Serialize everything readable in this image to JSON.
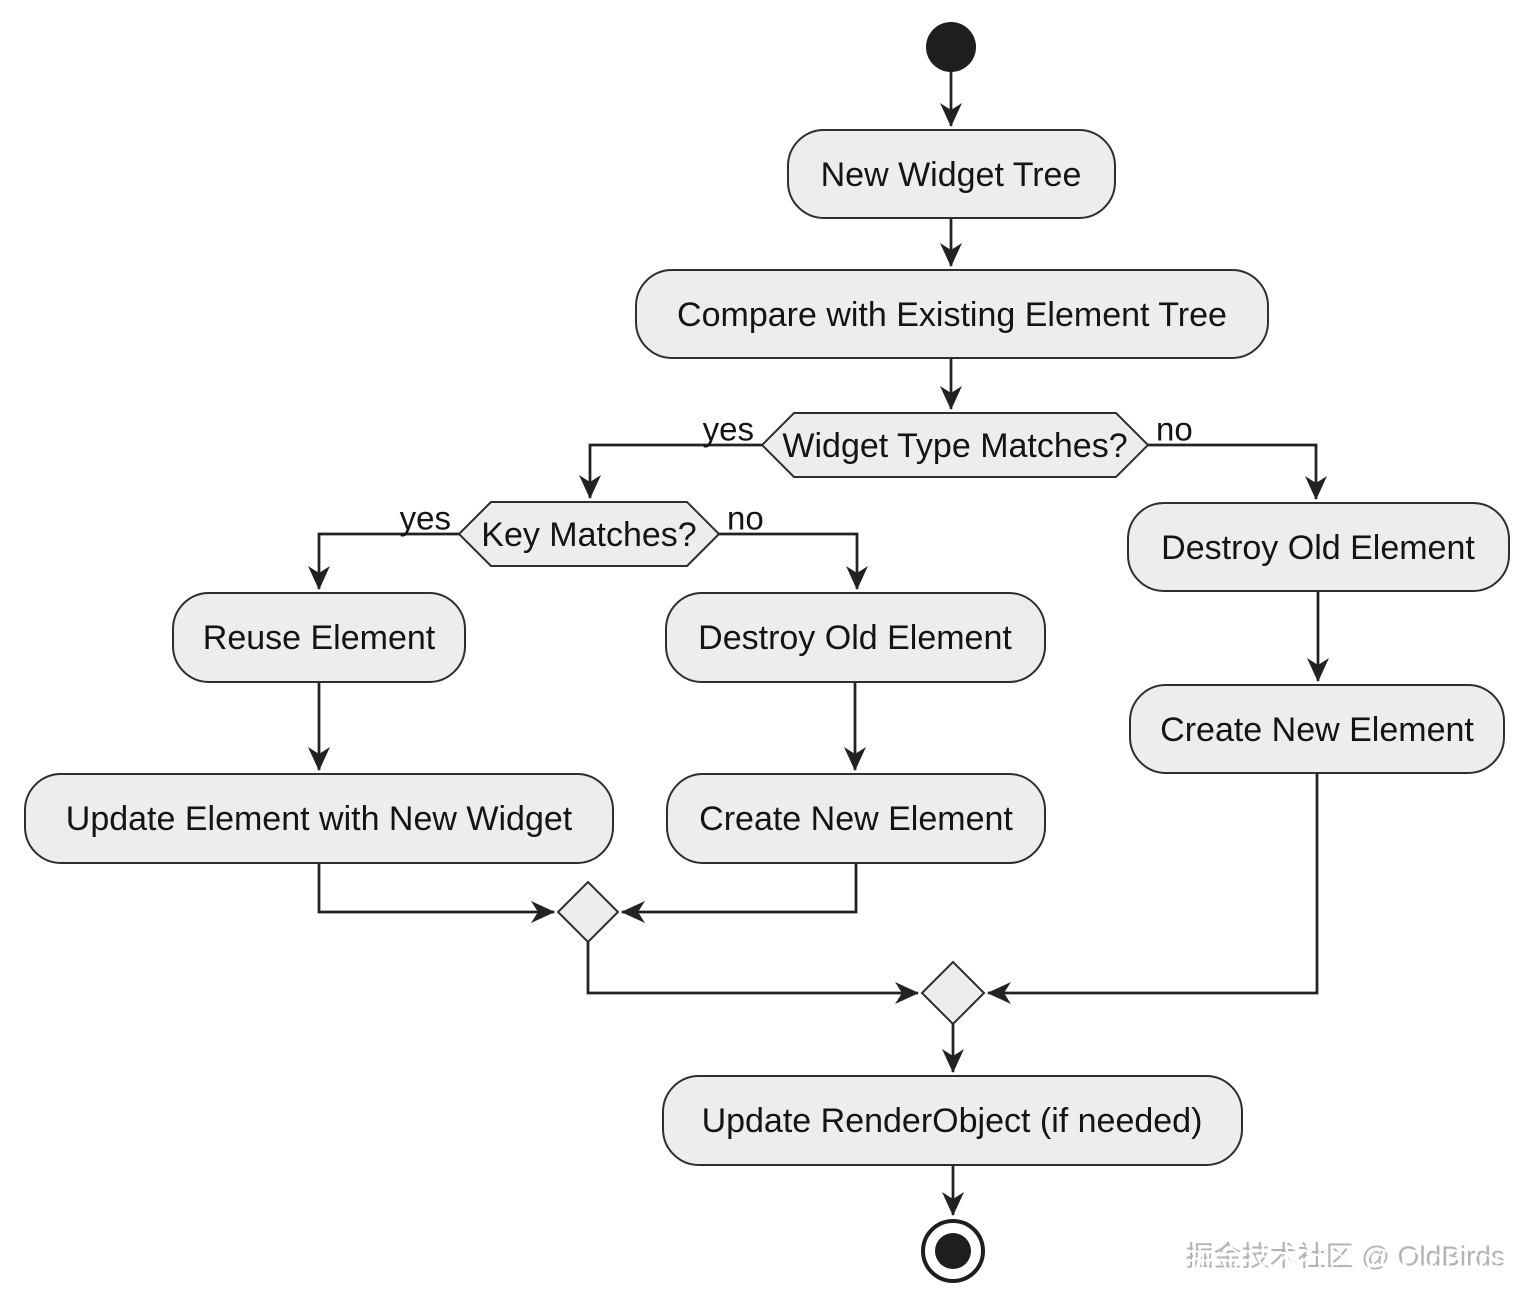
{
  "diagram": {
    "type": "uml-activity-flowchart",
    "background": "#ffffff",
    "colors": {
      "node_fill": "#ededed",
      "node_stroke": "#2e2e2e",
      "edge": "#222222",
      "text": "#141414",
      "terminal_fill": "#1e1e1e"
    },
    "nodes": {
      "new_widget_tree": {
        "label": "New Widget Tree"
      },
      "compare_existing": {
        "label": "Compare with Existing Element Tree"
      },
      "widget_type_matches": {
        "label": "Widget Type Matches?"
      },
      "key_matches": {
        "label": "Key Matches?"
      },
      "reuse_element": {
        "label": "Reuse Element"
      },
      "destroy_old_element_key_no": {
        "label": "Destroy Old Element"
      },
      "create_new_element_key_no": {
        "label": "Create New Element"
      },
      "update_element_new_widget": {
        "label": "Update Element with New Widget"
      },
      "destroy_old_element_type_no": {
        "label": "Destroy Old Element"
      },
      "create_new_element_type_no": {
        "label": "Create New Element"
      },
      "update_renderobject": {
        "label": "Update RenderObject (if needed)"
      }
    },
    "edge_labels": {
      "widget_type_yes": "yes",
      "widget_type_no": "no",
      "key_yes": "yes",
      "key_no": "no"
    },
    "watermark": "掘金技术社区 @ OldBirds"
  }
}
